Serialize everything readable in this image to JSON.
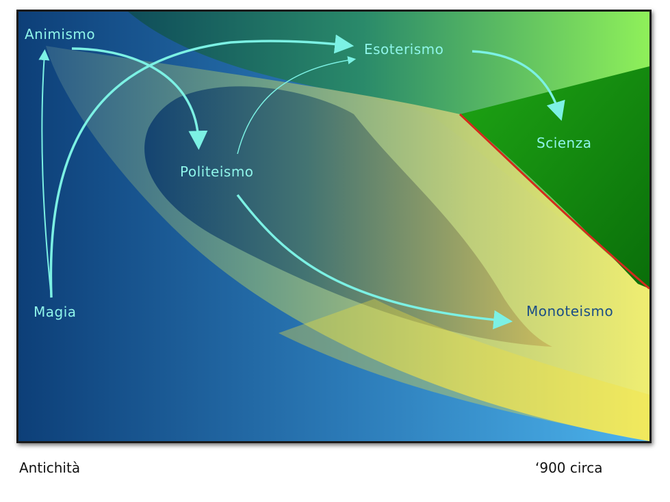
{
  "nodes": {
    "animismo": "Animismo",
    "esoterismo": "Esoterismo",
    "politeismo": "Politeismo",
    "scienza": "Scienza",
    "magia": "Magia",
    "monoteismo": "Monoteismo"
  },
  "axis": {
    "start": "Antichità",
    "end": "‘900 circa"
  },
  "colors": {
    "arrow": "#7cf1e4",
    "label_light": "#8ff5ea",
    "label_dark": "#1a4d86",
    "boundary_red": "#d42a1c",
    "background_blue": "#2f7fc0",
    "band_yellow": "#f2ef6a",
    "science_green": "#1f8a12"
  }
}
